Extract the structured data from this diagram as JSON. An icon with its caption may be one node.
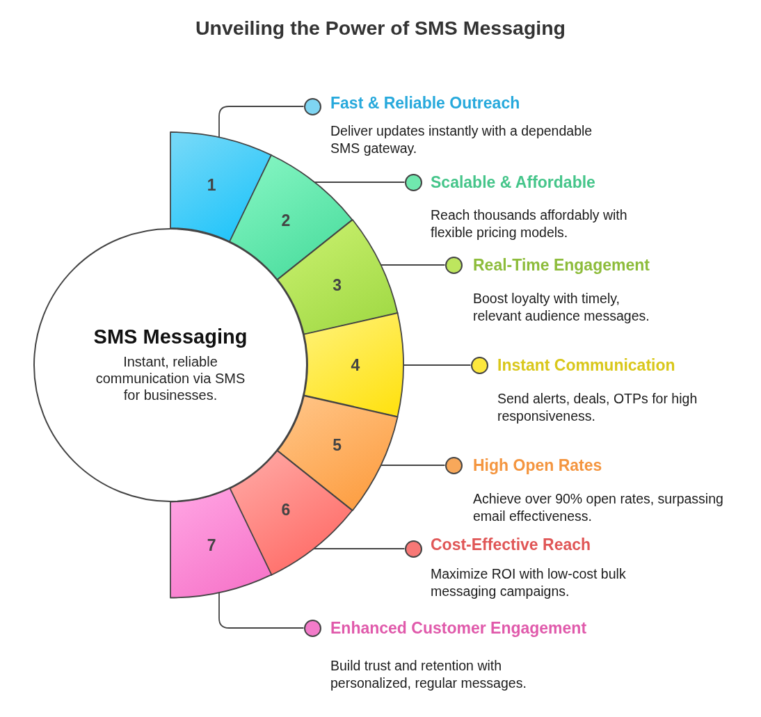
{
  "diagram": {
    "title": "Unveiling the Power of SMS Messaging",
    "nodes": [
      {
        "text": [
          "SMS Messaging",
          "Instant, reliable communication via SMS for businesses."
        ]
      },
      {
        "text": [
          "1"
        ]
      },
      {
        "text": [
          "2"
        ]
      },
      {
        "text": [
          "3"
        ]
      },
      {
        "text": [
          "4"
        ]
      },
      {
        "text": [
          "5"
        ]
      },
      {
        "text": [
          "6"
        ]
      },
      {
        "text": [
          "7"
        ]
      },
      {
        "text": [
          "Fast & Reliable Outreach",
          "Deliver updates instantly with a dependable SMS gateway."
        ]
      },
      {
        "text": [
          "Scalable & Affordable",
          "Reach thousands affordably with flexible pricing models."
        ]
      },
      {
        "text": [
          "Real-Time Engagement",
          "Boost loyalty with timely, relevant audience messages."
        ]
      },
      {
        "text": [
          "Instant Communication",
          "Send alerts, deals, OTPs for high responsiveness."
        ]
      },
      {
        "text": [
          "High Open Rates",
          "Achieve over 90% open rates, surpassing email effectiveness."
        ]
      },
      {
        "text": [
          "Cost-Effective Reach",
          "Maximize ROI with low-cost bulk messaging campaigns."
        ]
      },
      {
        "text": [
          "Enhanced Customer Engagement",
          "Build trust and retention with personalized, regular messages."
        ]
      }
    ],
    "edges": [
      {
        "from": 1,
        "to": 8,
        "arrow": "none"
      },
      {
        "from": 2,
        "to": 9,
        "arrow": "none"
      },
      {
        "from": 3,
        "to": 10,
        "arrow": "none"
      },
      {
        "from": 4,
        "to": 11,
        "arrow": "none"
      },
      {
        "from": 5,
        "to": 12,
        "arrow": "none"
      },
      {
        "from": 6,
        "to": 13,
        "arrow": "none"
      },
      {
        "from": 7,
        "to": 14,
        "arrow": "none"
      }
    ]
  }
}
